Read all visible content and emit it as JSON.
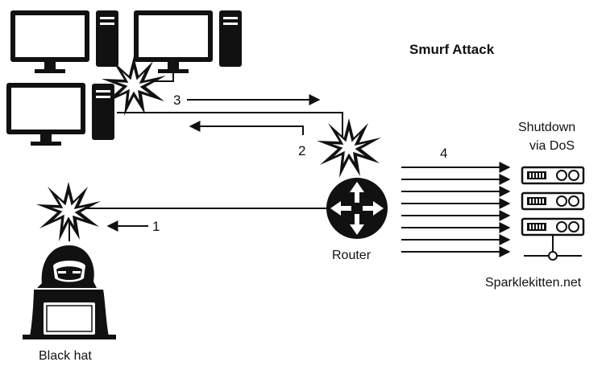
{
  "diagram": {
    "title": "Smurf Attack",
    "steps": {
      "s1": "1",
      "s2": "2",
      "s3": "3",
      "s4": "4"
    },
    "router_label": "Router",
    "attacker_label": "Black hat",
    "target_status_line1": "Shutdown",
    "target_status_line2": "via DoS",
    "target_label": "Sparklekitten.net",
    "icons": [
      "desktop-monitor-icon",
      "tower-pc-icon",
      "router-icon",
      "server-rack-icon",
      "hacker-icon",
      "explosion-burst-icon",
      "arrow-icon"
    ]
  }
}
